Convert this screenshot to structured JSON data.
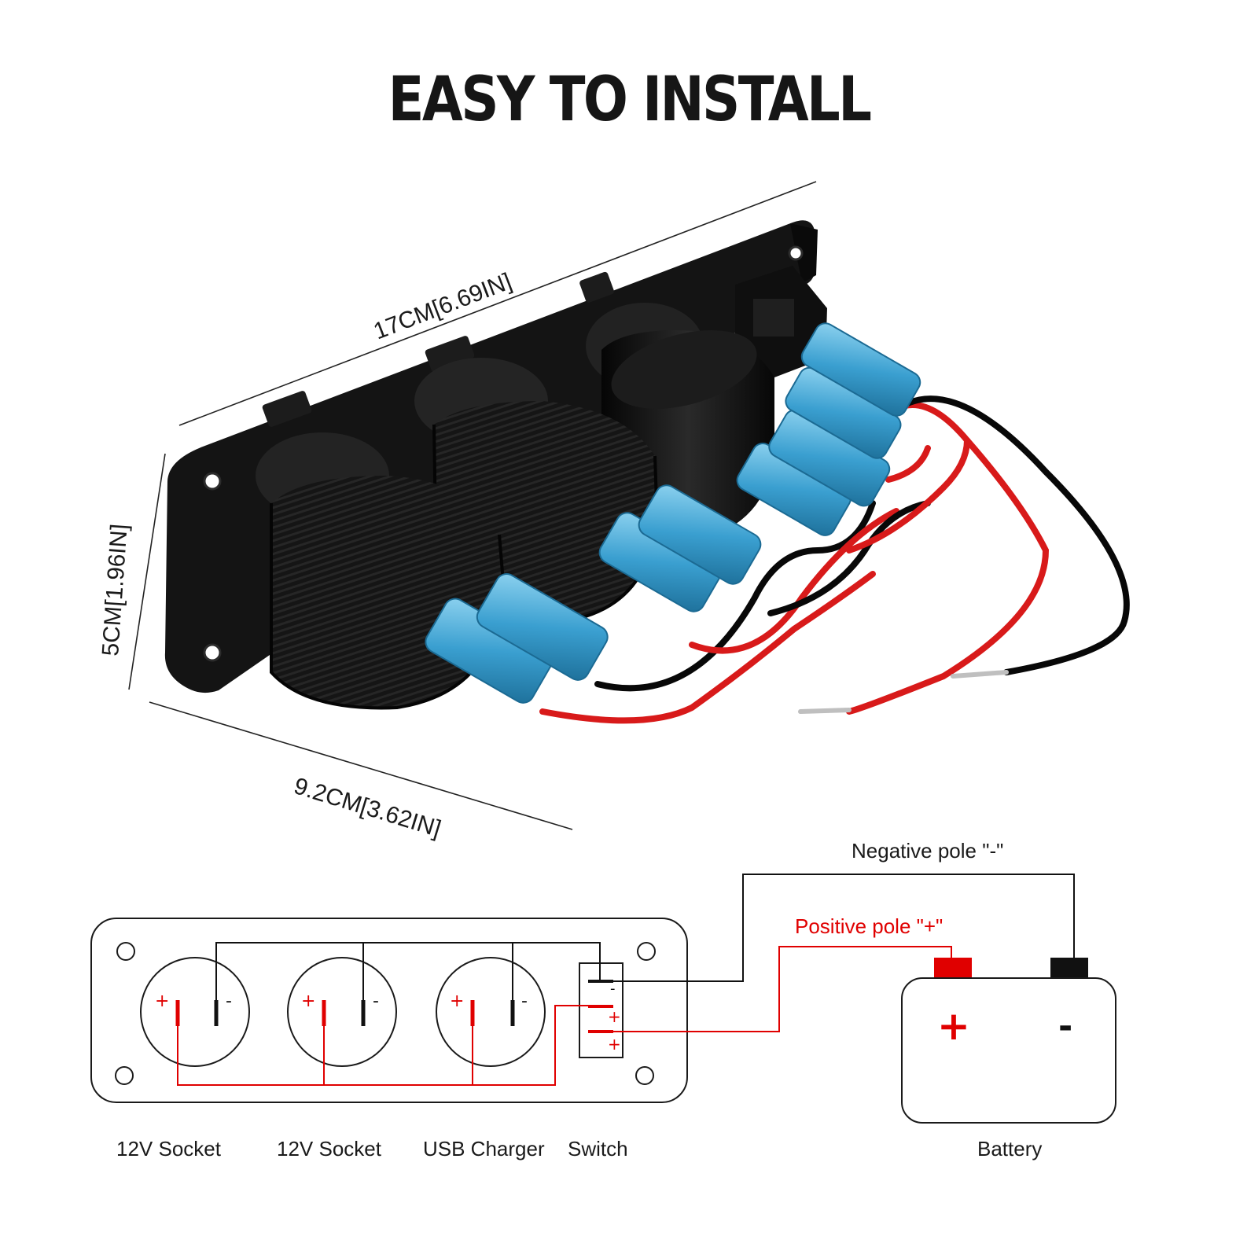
{
  "title": "EASY TO INSTALL",
  "dimensions": {
    "length": "17CM[6.69IN]",
    "height": "5CM[1.96IN]",
    "depth": "9.2CM[3.62IN]"
  },
  "wiring": {
    "negative_label": "Negative pole \"-\"",
    "positive_label": "Positive pole \"+\"",
    "plus_symbol": "+",
    "minus_symbol": "-"
  },
  "component_labels": {
    "socket1": "12V Socket",
    "socket2": "12V Socket",
    "usb": "USB Charger",
    "switch": "Switch",
    "battery": "Battery"
  },
  "colors": {
    "positive_wire": "#e00000",
    "negative_wire": "#111111",
    "terminal_blue": "#4aa8d8",
    "panel": "#141414"
  }
}
